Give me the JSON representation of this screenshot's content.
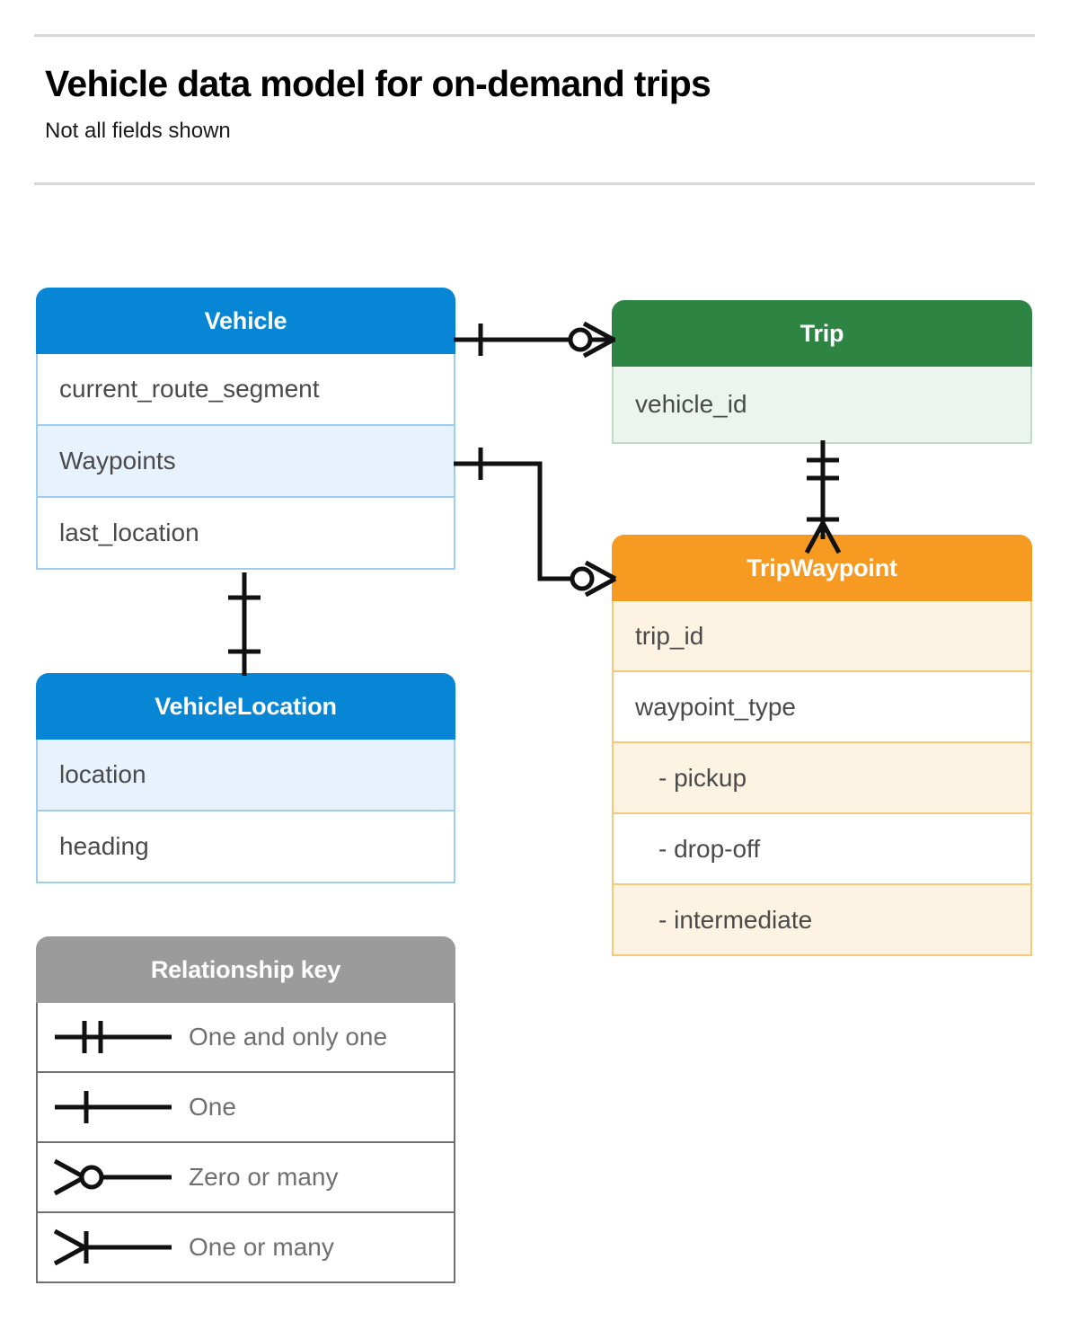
{
  "header": {
    "title": "Vehicle data model for on-demand trips",
    "subtitle": "Not all fields shown"
  },
  "colors": {
    "vehicle_header": "#0786d6",
    "vehicle_row_alt": "#e8f2fc",
    "vehicle_border": "#9ecdf2",
    "trip_header": "#2e8543",
    "trip_row_alt": "#ebf5ed",
    "trip_border": "#bcddc3",
    "tripwaypoint_header": "#f79a22",
    "tripwaypoint_row_alt": "#fdf3e3",
    "tripwaypoint_border": "#f6c878",
    "legend_header": "#9b9b9b",
    "legend_row_alt": "#eaeaea",
    "connector_line": "#111111",
    "text_body": "#4a4a4a",
    "divider": "#d7d7d7"
  },
  "entities": {
    "vehicle": {
      "name": "Vehicle",
      "fields": [
        "current_route_segment",
        "Waypoints",
        "last_location"
      ]
    },
    "vehicle_location": {
      "name": "VehicleLocation",
      "fields": [
        "location",
        "heading"
      ]
    },
    "trip": {
      "name": "Trip",
      "fields": [
        "vehicle_id"
      ]
    },
    "trip_waypoint": {
      "name": "TripWaypoint",
      "fields": [
        "trip_id",
        "waypoint_type",
        "-  pickup",
        "-  drop-off",
        "-  intermediate"
      ]
    }
  },
  "legend": {
    "title": "Relationship key",
    "items": [
      {
        "symbol": "one-and-only-one-symbol",
        "label": "One and only one"
      },
      {
        "symbol": "one-symbol",
        "label": "One"
      },
      {
        "symbol": "zero-or-many-symbol",
        "label": "Zero or many"
      },
      {
        "symbol": "one-or-many-symbol",
        "label": "One or many"
      }
    ]
  },
  "relationships": [
    {
      "from": "Vehicle",
      "to": "Trip",
      "from_cardinality": "One",
      "to_cardinality": "Zero or many"
    },
    {
      "from": "Vehicle.Waypoints",
      "to": "TripWaypoint",
      "from_cardinality": "One",
      "to_cardinality": "Zero or many"
    },
    {
      "from": "Vehicle",
      "to": "VehicleLocation",
      "from_cardinality": "One",
      "to_cardinality": "One"
    },
    {
      "from": "Trip",
      "to": "TripWaypoint",
      "from_cardinality": "One and only one",
      "to_cardinality": "One or many"
    }
  ]
}
